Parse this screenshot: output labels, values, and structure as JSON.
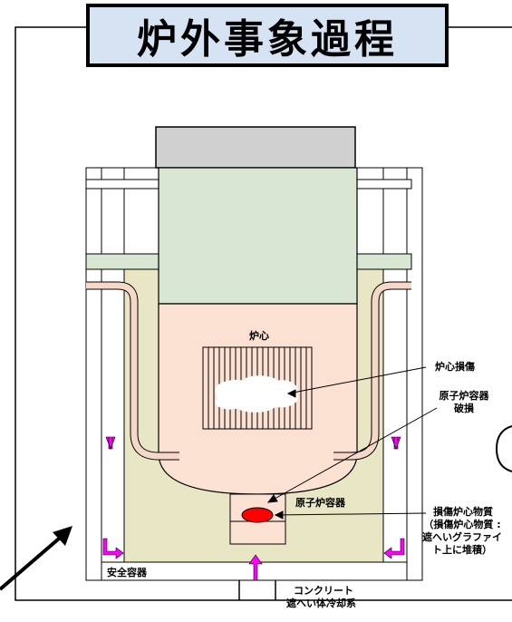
{
  "title": "炉外事象過程",
  "labels": {
    "core": "炉心",
    "core_damage": "炉心損傷",
    "vessel_failure_1": "原子炉容器",
    "vessel_failure_2": "破損",
    "reactor_vessel": "原子炉容器",
    "damaged_core_material": "損傷炉心物質",
    "debris_note_1": "（損傷炉心物質 :",
    "debris_note_2": "遮へいグラファイ",
    "debris_note_3": "ト上に堆積）",
    "containment": "安全容器",
    "concrete_1": "コンクリート",
    "concrete_2": "遮へい体冷却系"
  },
  "colors": {
    "title_bg": "#d6e3f2",
    "top_block": "#d0d0d0",
    "upper_vessel": "#d9e6d2",
    "lower_vessel": "#fbe1d2",
    "cavity": "#e8e6c4",
    "debris": "#ff0000",
    "arrow": "#ff00ff",
    "pipe": "#f6d8c8"
  }
}
